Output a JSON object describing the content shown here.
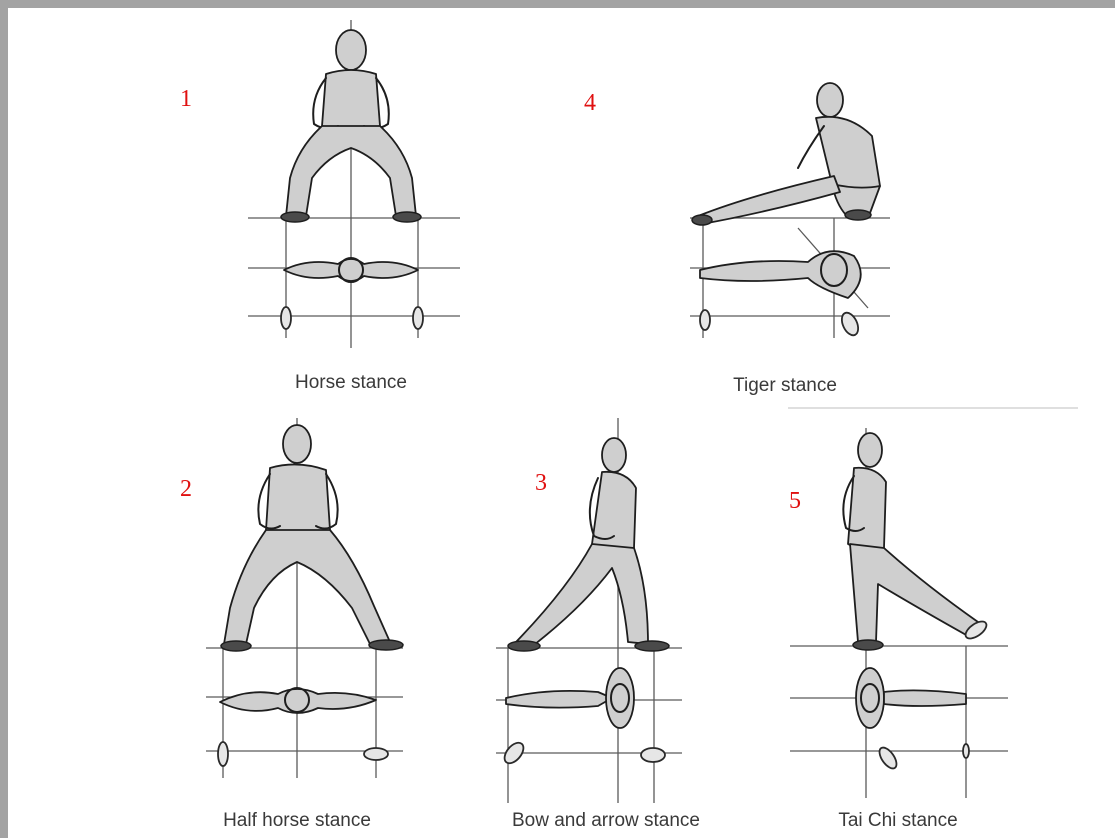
{
  "stances": [
    {
      "number": "1",
      "caption": "Horse stance"
    },
    {
      "number": "4",
      "caption": "Tiger stance"
    },
    {
      "number": "2",
      "caption": "Half horse stance"
    },
    {
      "number": "3",
      "caption": "Bow and arrow stance"
    },
    {
      "number": "5",
      "caption": "Tai Chi stance"
    }
  ]
}
